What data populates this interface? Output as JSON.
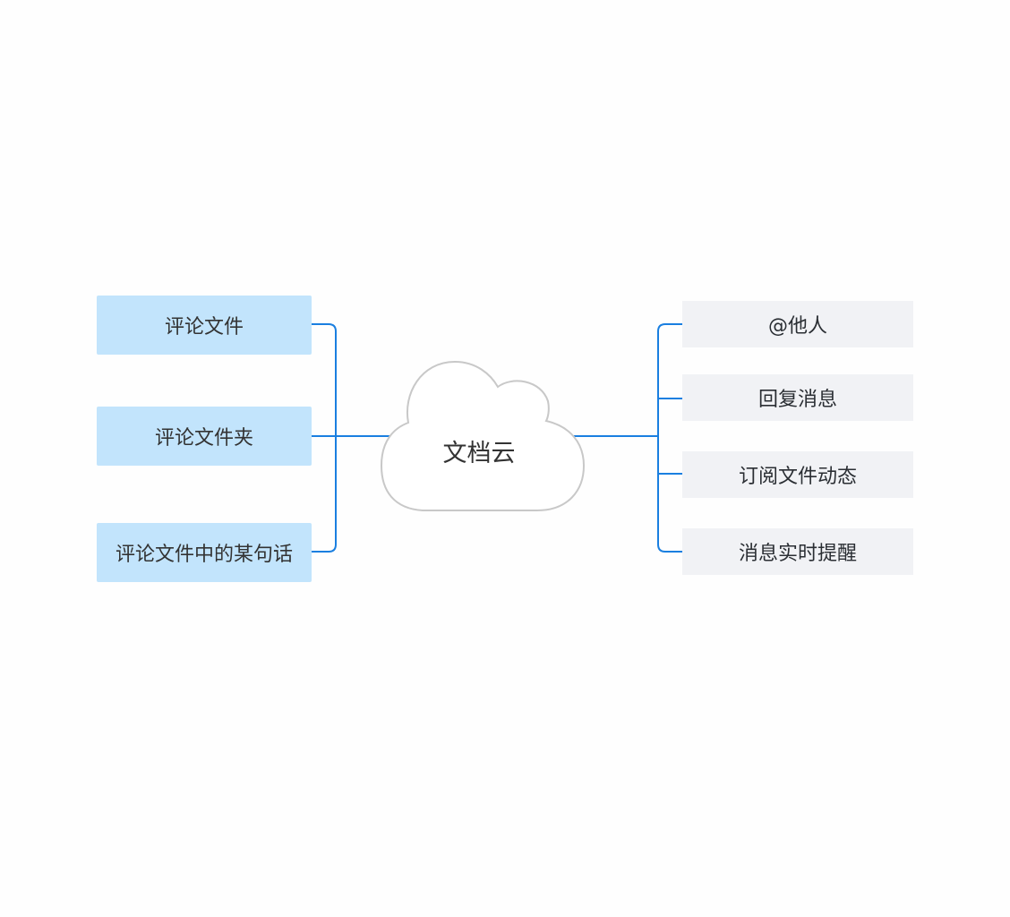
{
  "diagram": {
    "type": "mind-map",
    "center": {
      "label": "文档云",
      "shape": "cloud"
    },
    "left_branches": [
      {
        "label": "评论文件"
      },
      {
        "label": "评论文件夹"
      },
      {
        "label": "评论文件中的某句话"
      }
    ],
    "right_branches": [
      {
        "label": "@他人"
      },
      {
        "label": "回复消息"
      },
      {
        "label": "订阅文件动态"
      },
      {
        "label": "消息实时提醒"
      }
    ],
    "colors": {
      "connector": "#1a7fe0",
      "left_fill": "#c2e4fc",
      "right_fill": "#f1f2f5",
      "cloud_stroke": "#c8c8c8",
      "text": "#333333"
    }
  }
}
